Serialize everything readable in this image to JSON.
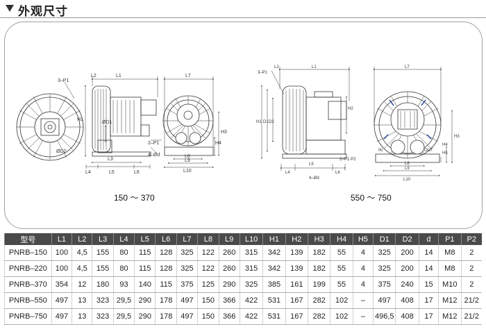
{
  "section_title": "外观尺寸",
  "captions": {
    "left": "150 ～ 370",
    "right": "550 ～ 750"
  },
  "drawing_labels": {
    "small": {
      "p1": "3–P1",
      "l1": "L1",
      "l2": "L2",
      "d1": "ØD1",
      "h1": "H1",
      "d2": "ØD2",
      "l3": "L3",
      "l4": "L4",
      "l5": "L5",
      "l6": "L6",
      "p2": "2–P1",
      "d": "4–Ød",
      "l7": "L7",
      "l8": "L8",
      "l9": "L9",
      "l10": "L10",
      "h3": "H3",
      "h4": "H4"
    },
    "large": {
      "p1": "3–P1",
      "l1": "L1",
      "l2": "L2",
      "h1": "H1",
      "d1": "D1",
      "d2": "D2",
      "h2": "H2",
      "l4": "L4",
      "l5": "L5",
      "l6": "L6",
      "p2": "2×P1·P2",
      "d": "4–Ød",
      "l7": "L7",
      "l8": "L8",
      "l9": "L9",
      "l10": "L10",
      "h3": "H3",
      "h5": "H5",
      "in": "IN",
      "out": "OUT",
      "h4": "H4"
    }
  },
  "table": {
    "headers": [
      "型号",
      "L1",
      "L2",
      "L3",
      "L4",
      "L5",
      "L6",
      "L7",
      "L8",
      "L9",
      "L10",
      "H1",
      "H2",
      "H3",
      "H4",
      "H5",
      "D1",
      "D2",
      "d",
      "P1",
      "P2"
    ],
    "rows": [
      [
        "PNRB–150",
        "100",
        "4,5",
        "155",
        "80",
        "115",
        "128",
        "325",
        "122",
        "260",
        "315",
        "342",
        "139",
        "182",
        "55",
        "4",
        "325",
        "200",
        "14",
        "M8",
        "2"
      ],
      [
        "PNRB–220",
        "100",
        "4,5",
        "155",
        "80",
        "115",
        "128",
        "325",
        "122",
        "260",
        "315",
        "342",
        "139",
        "182",
        "55",
        "4",
        "325",
        "200",
        "14",
        "M8",
        "2"
      ],
      [
        "PNRB–370",
        "354",
        "12",
        "180",
        "93",
        "140",
        "115",
        "375",
        "125",
        "290",
        "325",
        "385",
        "161",
        "199",
        "55",
        "4",
        "375",
        "240",
        "15",
        "M10",
        "2"
      ],
      [
        "PNRB–550",
        "497",
        "13",
        "323",
        "29,5",
        "290",
        "178",
        "497",
        "150",
        "366",
        "422",
        "531",
        "167",
        "282",
        "102",
        "–",
        "497",
        "408",
        "17",
        "M12",
        "21/2"
      ],
      [
        "PNRB–750",
        "497",
        "13",
        "323",
        "29,5",
        "290",
        "178",
        "497",
        "150",
        "366",
        "422",
        "531",
        "167",
        "282",
        "102",
        "–",
        "496,5",
        "408",
        "17",
        "M12",
        "21/2"
      ]
    ]
  },
  "colors": {
    "header_bg": "#4a4a4a",
    "accent_blue": "#3a56a6",
    "line": "#333333"
  }
}
